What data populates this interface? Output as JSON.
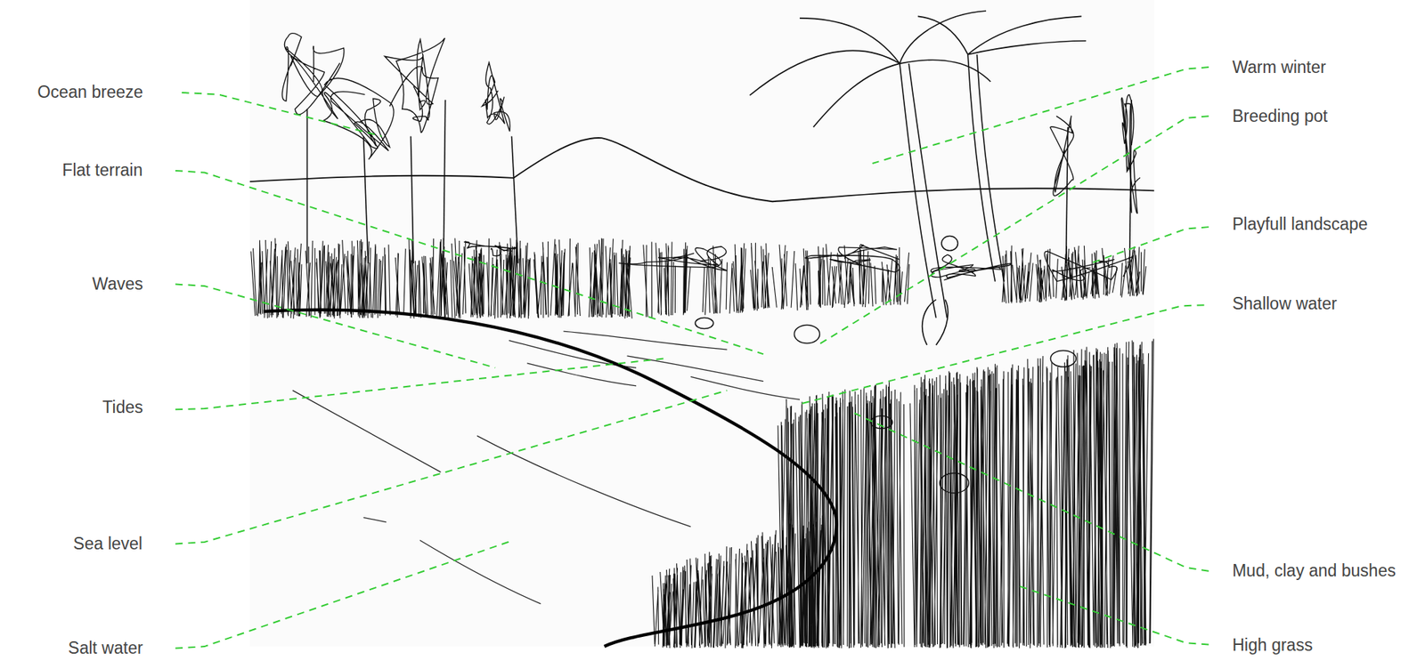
{
  "diagram": {
    "labels": [
      "Ocean breeze",
      "Flat terrain",
      "Waves",
      "Tides",
      "Sea level",
      "Salt water",
      "Warm winter",
      "Breeding pot",
      "Playfull landscape",
      "Shallow water",
      "Mud, clay and bushes",
      "High grass"
    ]
  }
}
